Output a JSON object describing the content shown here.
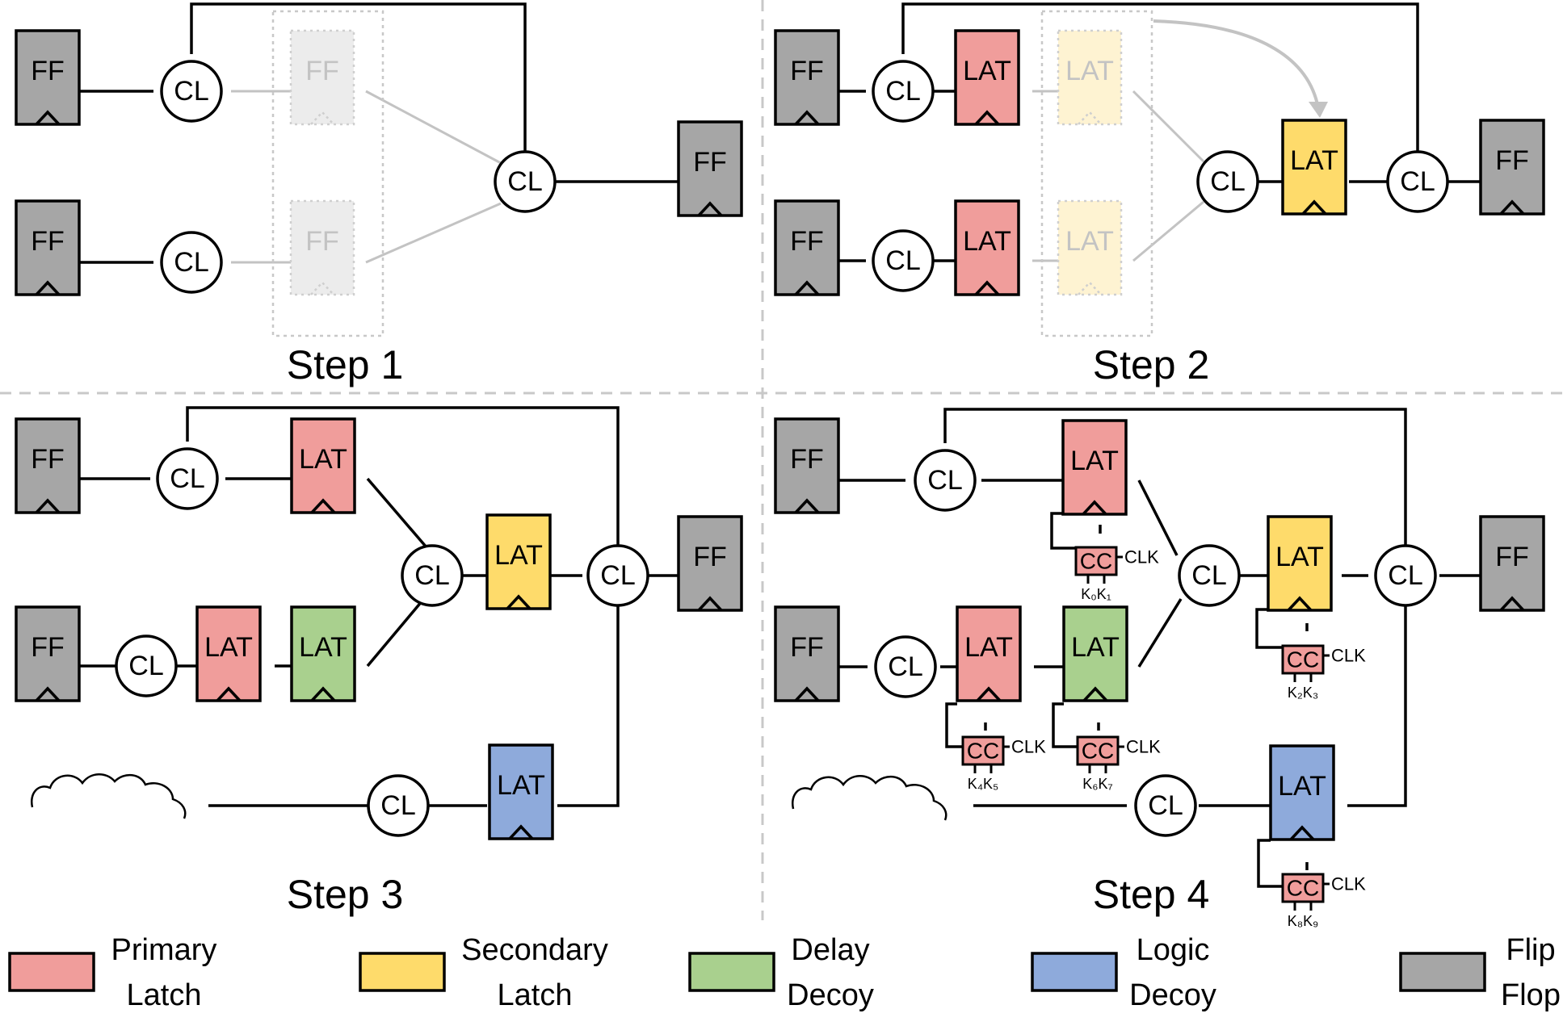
{
  "colors": {
    "primary_latch": "#f09d9b",
    "secondary_latch": "#fedb6b",
    "delay_decoy": "#a9d08e",
    "logic_decoy": "#8eaadb",
    "flip_flop": "#a6a6a6",
    "ghost_ff": "#ececec",
    "ghost_lat": "#fef3d2",
    "ghost_line": "#c3c3c3",
    "ghost_text": "#c3c3c3",
    "outline": "#000000",
    "divider": "#c8c8c8"
  },
  "labels": {
    "ff": "FF",
    "cl": "CL",
    "lat": "LAT",
    "cc": "CC",
    "clk": "CLK"
  },
  "steps": {
    "step1": "Step 1",
    "step2": "Step 2",
    "step3": "Step 3",
    "step4": "Step 4"
  },
  "keys": [
    "K₀K₁",
    "K₂K₃",
    "K₄K₅",
    "K₆K₇",
    "K₈K₉"
  ],
  "legend": [
    {
      "line1": "Primary",
      "line2": "Latch",
      "color_key": "primary_latch"
    },
    {
      "line1": "Secondary",
      "line2": "Latch",
      "color_key": "secondary_latch"
    },
    {
      "line1": "Delay",
      "line2": "Decoy",
      "color_key": "delay_decoy"
    },
    {
      "line1": "Logic",
      "line2": "Decoy",
      "color_key": "logic_decoy"
    },
    {
      "line1": "Flip",
      "line2": "Flop",
      "color_key": "flip_flop"
    }
  ]
}
